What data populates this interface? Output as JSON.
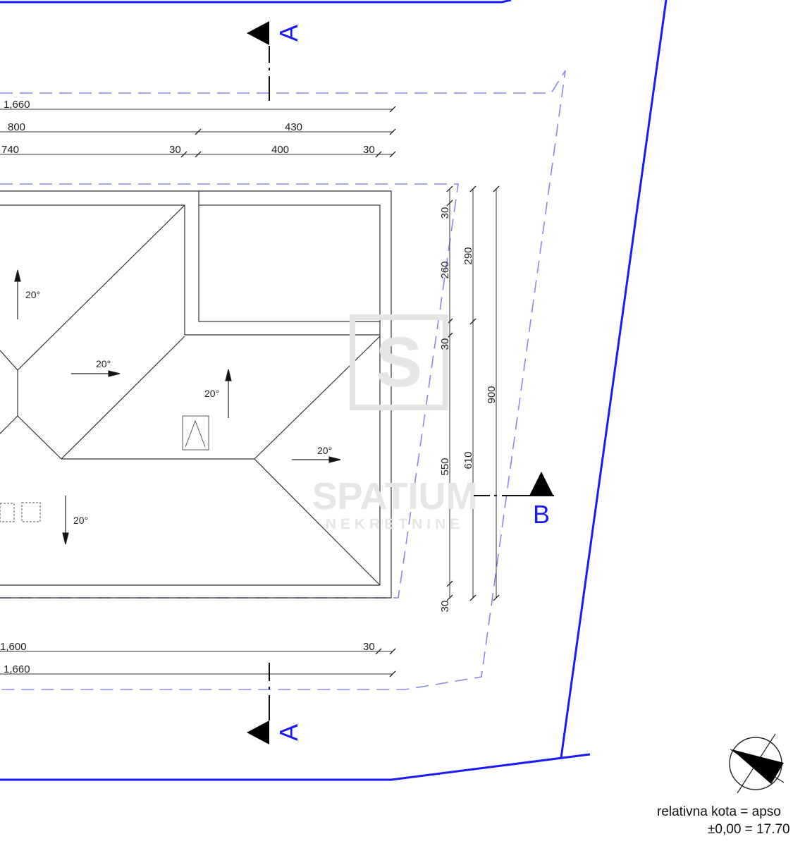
{
  "dimensions": {
    "top_row1_left": "1,660",
    "top_row2_left": "800",
    "top_row2_right": "430",
    "top_row3_left": "740",
    "top_row3_mid_a": "30",
    "top_row3_mid": "400",
    "top_row3_mid_b": "30",
    "right_col1_a": "30",
    "right_col1_b": "260",
    "right_col1_c": "30",
    "right_col1_d": "550",
    "right_col1_e": "30",
    "right_col2_a": "290",
    "right_col2_b": "610",
    "right_col3": "900",
    "bottom_row1_left": "1,600",
    "bottom_row1_right": "30",
    "bottom_row2_left": "1,660"
  },
  "slopes": {
    "s1": "20°",
    "s2": "20°",
    "s3": "20°",
    "s4": "20°",
    "s5": "20°"
  },
  "sections": {
    "top_marker": "A",
    "bottom_marker": "A",
    "right_marker": "B"
  },
  "watermark": {
    "brand": "SPATIUM",
    "tagline": "NEKRETNINE",
    "mark": "S"
  },
  "footer": {
    "line1": "relativna kota = apso",
    "line2": "±0,00 = 17.70"
  },
  "colors": {
    "plot_boundary": "#1a1aff",
    "dashed_outline": "#8888ee",
    "lines": "#222222"
  }
}
